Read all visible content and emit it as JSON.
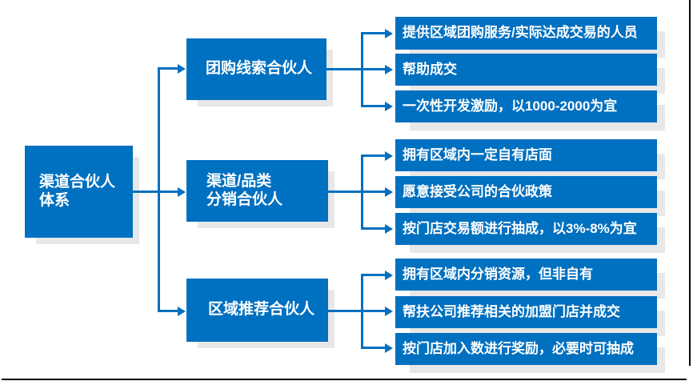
{
  "diagram": {
    "root": {
      "label": "渠道合伙人\n体系"
    },
    "branches": [
      {
        "label": "团购线索合伙人",
        "children": [
          "提供区域团购服务/实际达成交易的人员",
          "帮助成交",
          "一次性开发激励，以1000-2000为宜"
        ]
      },
      {
        "label": "渠道/品类\n分销合伙人",
        "children": [
          "拥有区域内一定自有店面",
          "愿意接受公司的合伙政策",
          "按门店交易额进行抽成，以3%-8%为宜"
        ]
      },
      {
        "label": "区域推荐合伙人",
        "children": [
          "拥有区域内分销资源，但非自有",
          "帮扶公司推荐相关的加盟门店并成交",
          "按门店加入数进行奖励，必要时可抽成"
        ]
      }
    ],
    "colors": {
      "node_fill": "#0070C0",
      "node_text": "#FFFFFF",
      "connector": "#0070C0",
      "shadow": "#E8E8E8",
      "frame_line": "#000000"
    }
  }
}
